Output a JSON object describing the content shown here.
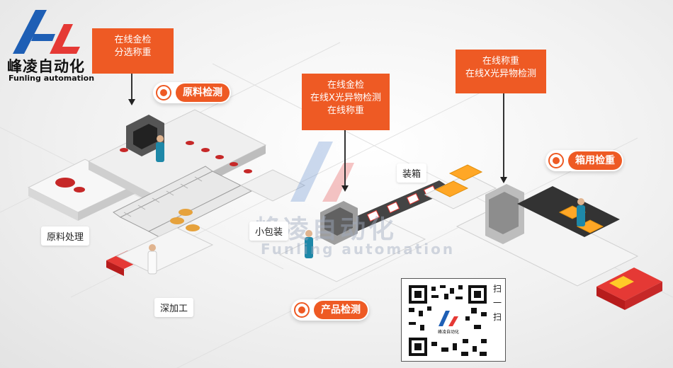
{
  "brand": {
    "name": "峰凌自动化",
    "subtitle": "Funling automation",
    "colors": {
      "accent": "#ee5a24",
      "logo_blue": "#1e5fb5",
      "logo_red": "#e53935"
    }
  },
  "callouts": {
    "raw": [
      "在线金检",
      "分选称重"
    ],
    "product": [
      "在线金检",
      "在线X光异物检测",
      "在线称重"
    ],
    "box": [
      "在线称重",
      "在线X光异物检测"
    ]
  },
  "badges": {
    "raw_inspection": "原料检测",
    "product_inspection": "产品检测",
    "box_check": "箱用检重"
  },
  "stations": {
    "raw_processing": "原料处理",
    "deep_processing": "深加工",
    "small_pack": "小包装",
    "boxing": "装箱"
  },
  "watermark": {
    "text": "峰凌自动化",
    "sub": "Funling automation"
  },
  "qr": {
    "scan_label": [
      "扫",
      "一",
      "扫"
    ],
    "caption": "峰凌自动化"
  }
}
